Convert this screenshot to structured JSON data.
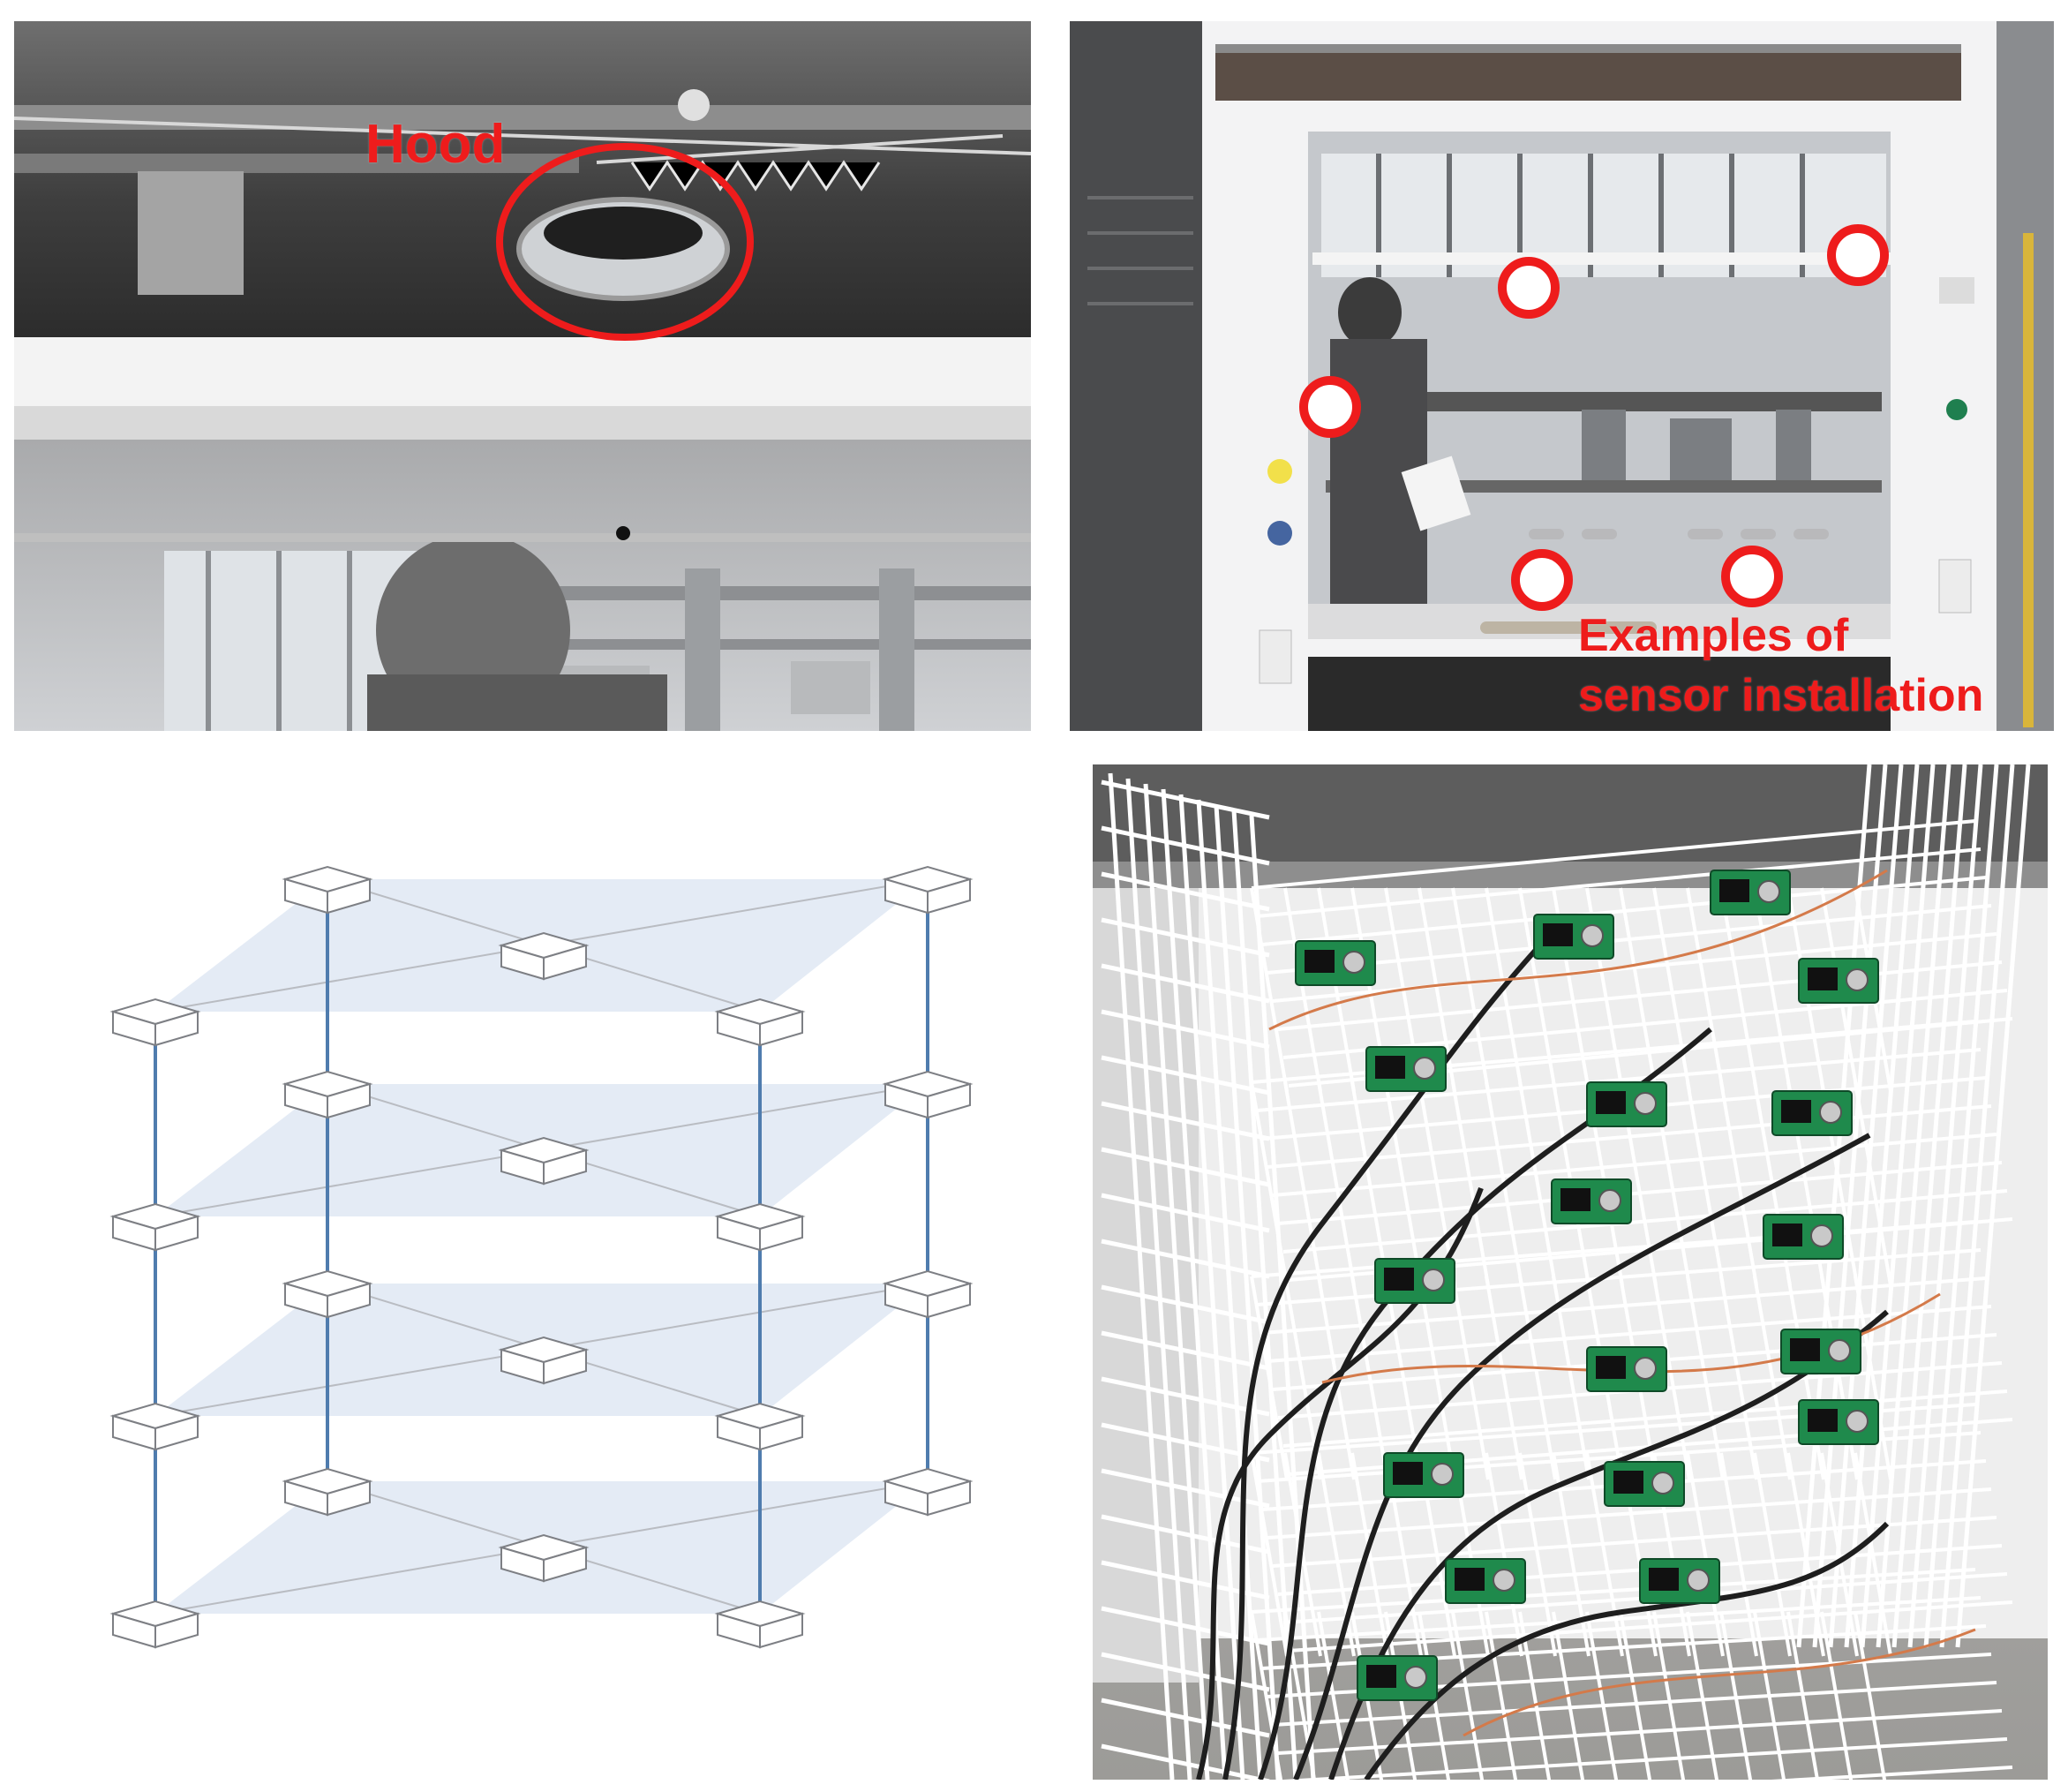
{
  "figure": {
    "panels": [
      {
        "id": "hood-photo",
        "label": "Hood"
      },
      {
        "id": "fume-hood-photo",
        "label_lines": [
          "Examples of",
          "sensor installation"
        ]
      },
      {
        "id": "sensor-grid-diagram"
      },
      {
        "id": "sensor-rack-photo"
      }
    ]
  },
  "colors": {
    "annotation_red": "#ee1c1c",
    "grid_line": "#4f7cae",
    "plane_fill": "#dfe7f3"
  },
  "icons": [
    "sensor-marker-icon",
    "hood-circle-icon",
    "sensor-node-icon"
  ]
}
